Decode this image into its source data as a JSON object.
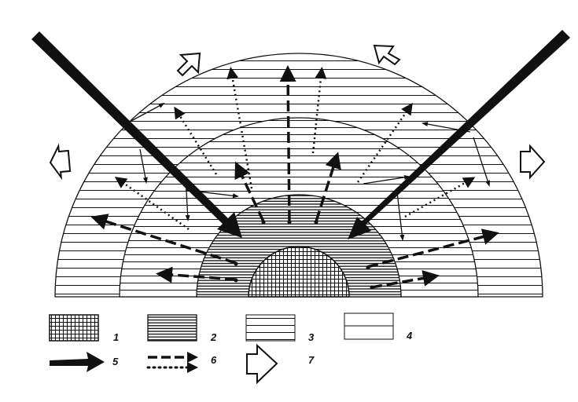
{
  "legend": [
    {
      "key": "1",
      "swatch": "grid-hatch"
    },
    {
      "key": "2",
      "swatch": "dense-horizontal-hatch"
    },
    {
      "key": "3",
      "swatch": "medium-horizontal-hatch"
    },
    {
      "key": "4",
      "swatch": "sparse-horizontal-hatch"
    },
    {
      "key": "5",
      "swatch": "bold-solid-arrow"
    },
    {
      "key": "6",
      "swatch": "dashed-and-dotted-arrows"
    },
    {
      "key": "7",
      "swatch": "hollow-block-arrow"
    }
  ],
  "colors": {
    "ink": "#111111",
    "paper": "#ffffff"
  }
}
